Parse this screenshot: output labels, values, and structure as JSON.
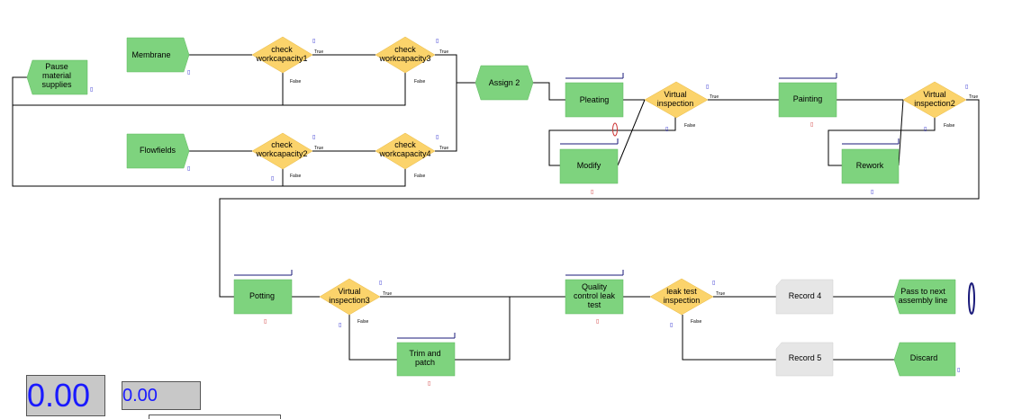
{
  "blocks": {
    "pause": "Pause material supplies",
    "membrane": "Membrane",
    "flowfields": "Flowfields",
    "check1": "check workcapacity1",
    "check2": "check workcapacity2",
    "check3": "check workcapacity3",
    "check4": "check workcapacity4",
    "assign2": "Assign 2",
    "pleating": "Pleating",
    "vinsp": "Virtual inspection",
    "modify": "Modify",
    "painting": "Painting",
    "vinsp2": "Virtual inspection2",
    "rework": "Rework",
    "potting": "Potting",
    "vinsp3": "Virtual inspection3",
    "trim": "Trim and patch",
    "qc": "Quality control leak test",
    "leak": "leak test inspection",
    "record4": "Record 4",
    "record5": "Record 5",
    "pass": "Pass to next assembly line",
    "discard": "Discard"
  },
  "branch": {
    "true_label": "True",
    "false_label": "False"
  },
  "displays": {
    "big_value": "0.00",
    "small_value": "0.00"
  },
  "colors": {
    "process": "#7ed37e",
    "decide": "#fbd36b",
    "record": "#e6e6e6",
    "display_text": "#1a1aff"
  }
}
